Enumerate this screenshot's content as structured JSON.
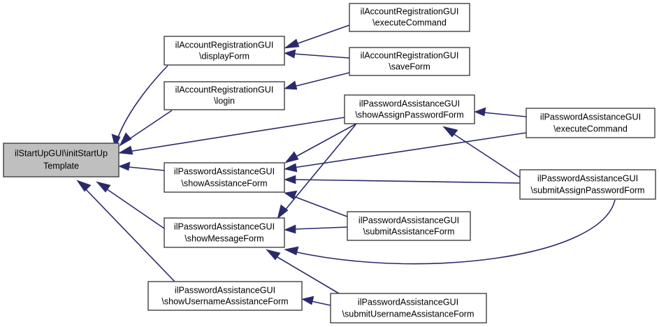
{
  "diagram": {
    "type": "call-graph",
    "title": "",
    "direction": "callers point into callee (right to left)",
    "colors": {
      "node_fill": "#ffffff",
      "root_fill": "#bfbfbf",
      "node_border": "#404040",
      "edge": "#2a2a6b",
      "background": "#ffffff"
    },
    "nodes": [
      {
        "id": "root",
        "line1": "ilStartUpGUI\\initStartUp",
        "line2": "Template",
        "highlighted": true
      },
      {
        "id": "arg_execute",
        "line1": "ilAccountRegistrationGUI",
        "line2": "\\executeCommand",
        "highlighted": false
      },
      {
        "id": "arg_display",
        "line1": "ilAccountRegistrationGUI",
        "line2": "\\displayForm",
        "highlighted": false
      },
      {
        "id": "arg_save",
        "line1": "ilAccountRegistrationGUI",
        "line2": "\\saveForm",
        "highlighted": false
      },
      {
        "id": "arg_login",
        "line1": "ilAccountRegistrationGUI",
        "line2": "\\login",
        "highlighted": false
      },
      {
        "id": "pa_showassign",
        "line1": "ilPasswordAssistanceGUI",
        "line2": "\\showAssignPasswordForm",
        "highlighted": false
      },
      {
        "id": "pa_execute",
        "line1": "ilPasswordAssistanceGUI",
        "line2": "\\executeCommand",
        "highlighted": false
      },
      {
        "id": "pa_showassist",
        "line1": "ilPasswordAssistanceGUI",
        "line2": "\\showAssistanceForm",
        "highlighted": false
      },
      {
        "id": "pa_submitassign",
        "line1": "ilPasswordAssistanceGUI",
        "line2": "\\submitAssignPasswordForm",
        "highlighted": false
      },
      {
        "id": "pa_submitassist",
        "line1": "ilPasswordAssistanceGUI",
        "line2": "\\submitAssistanceForm",
        "highlighted": false
      },
      {
        "id": "pa_showmessage",
        "line1": "ilPasswordAssistanceGUI",
        "line2": "\\showMessageForm",
        "highlighted": false
      },
      {
        "id": "pa_showusername",
        "line1": "ilPasswordAssistanceGUI",
        "line2": "\\showUsernameAssistanceForm",
        "highlighted": false
      },
      {
        "id": "pa_submitusername",
        "line1": "ilPasswordAssistanceGUI",
        "line2": "\\submitUsernameAssistanceForm",
        "highlighted": false
      }
    ],
    "edges": [
      {
        "from": "arg_execute",
        "to": "arg_display"
      },
      {
        "from": "arg_save",
        "to": "arg_display"
      },
      {
        "from": "arg_save",
        "to": "arg_login"
      },
      {
        "from": "arg_display",
        "to": "root"
      },
      {
        "from": "arg_login",
        "to": "root"
      },
      {
        "from": "pa_showassign",
        "to": "root"
      },
      {
        "from": "pa_showassist",
        "to": "root"
      },
      {
        "from": "pa_showmessage",
        "to": "root"
      },
      {
        "from": "pa_showusername",
        "to": "root"
      },
      {
        "from": "pa_execute",
        "to": "pa_showassign"
      },
      {
        "from": "pa_submitassign",
        "to": "pa_showassign"
      },
      {
        "from": "pa_showassign",
        "to": "pa_showassist"
      },
      {
        "from": "pa_execute",
        "to": "pa_showassist"
      },
      {
        "from": "pa_submitassign",
        "to": "pa_showassist"
      },
      {
        "from": "pa_submitassist",
        "to": "pa_showassist"
      },
      {
        "from": "pa_showassign",
        "to": "pa_showmessage"
      },
      {
        "from": "pa_submitassist",
        "to": "pa_showmessage"
      },
      {
        "from": "pa_submitassign",
        "to": "pa_showmessage"
      },
      {
        "from": "pa_submitusername",
        "to": "pa_showmessage"
      },
      {
        "from": "pa_submitusername",
        "to": "pa_showusername"
      }
    ]
  }
}
